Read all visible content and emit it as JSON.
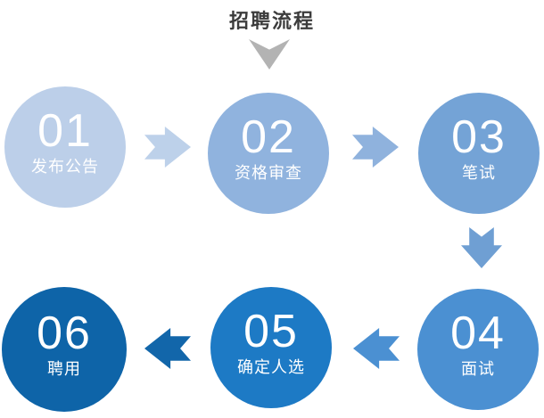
{
  "title": "招聘流程",
  "colors": {
    "background": "#ffffff",
    "title_text": "#3c3c3c",
    "title_chevron": "#b3b3b3",
    "step_text": "#ffffff"
  },
  "steps": [
    {
      "number": "01",
      "label": "发布公告",
      "color": "#bccfe9"
    },
    {
      "number": "02",
      "label": "资格审查",
      "color": "#90b3de"
    },
    {
      "number": "03",
      "label": "笔试",
      "color": "#74a3d6"
    },
    {
      "number": "04",
      "label": "面试",
      "color": "#4b90d2"
    },
    {
      "number": "05",
      "label": "确定人选",
      "color": "#1d7ac5"
    },
    {
      "number": "06",
      "label": "聘用",
      "color": "#0e64a8"
    }
  ],
  "arrows": [
    {
      "id": "arrow-01-02",
      "direction": "right",
      "color": "#bdd1ea"
    },
    {
      "id": "arrow-02-03",
      "direction": "right",
      "color": "#8fb2dd"
    },
    {
      "id": "arrow-03-04",
      "direction": "down",
      "color": "#6f9fd3"
    },
    {
      "id": "arrow-04-05",
      "direction": "left",
      "color": "#4b90d2"
    },
    {
      "id": "arrow-05-06",
      "direction": "left",
      "color": "#1266aa"
    }
  ]
}
